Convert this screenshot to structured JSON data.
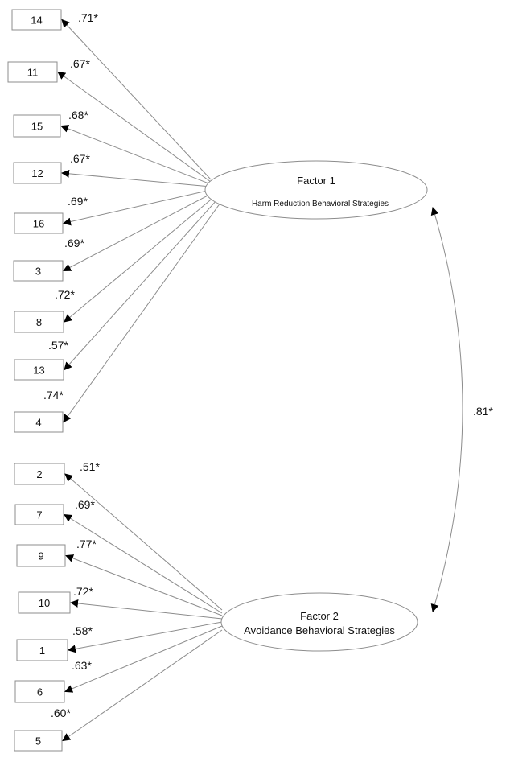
{
  "factors": [
    {
      "id": "f1",
      "name": "Factor 1",
      "subtitle": "Harm Reduction Behavioral Strategies"
    },
    {
      "id": "f2",
      "name": "Factor 2",
      "subtitle": "Avoidance Behavioral Strategies"
    }
  ],
  "items": [
    {
      "label": "14",
      "loading": ".71*",
      "factor": "f1"
    },
    {
      "label": "11",
      "loading": ".67*",
      "factor": "f1"
    },
    {
      "label": "15",
      "loading": ".68*",
      "factor": "f1"
    },
    {
      "label": "12",
      "loading": ".67*",
      "factor": "f1"
    },
    {
      "label": "16",
      "loading": ".69*",
      "factor": "f1"
    },
    {
      "label": "3",
      "loading": ".69*",
      "factor": "f1"
    },
    {
      "label": "8",
      "loading": ".72*",
      "factor": "f1"
    },
    {
      "label": "13",
      "loading": ".57*",
      "factor": "f1"
    },
    {
      "label": "4",
      "loading": ".74*",
      "factor": "f1"
    },
    {
      "label": "2",
      "loading": ".51*",
      "factor": "f2"
    },
    {
      "label": "7",
      "loading": ".69*",
      "factor": "f2"
    },
    {
      "label": "9",
      "loading": ".77*",
      "factor": "f2"
    },
    {
      "label": "10",
      "loading": ".72*",
      "factor": "f2"
    },
    {
      "label": "1",
      "loading": ".58*",
      "factor": "f2"
    },
    {
      "label": "6",
      "loading": ".63*",
      "factor": "f2"
    },
    {
      "label": "5",
      "loading": ".60*",
      "factor": "f2"
    }
  ],
  "correlation": {
    "value": ".81*"
  }
}
